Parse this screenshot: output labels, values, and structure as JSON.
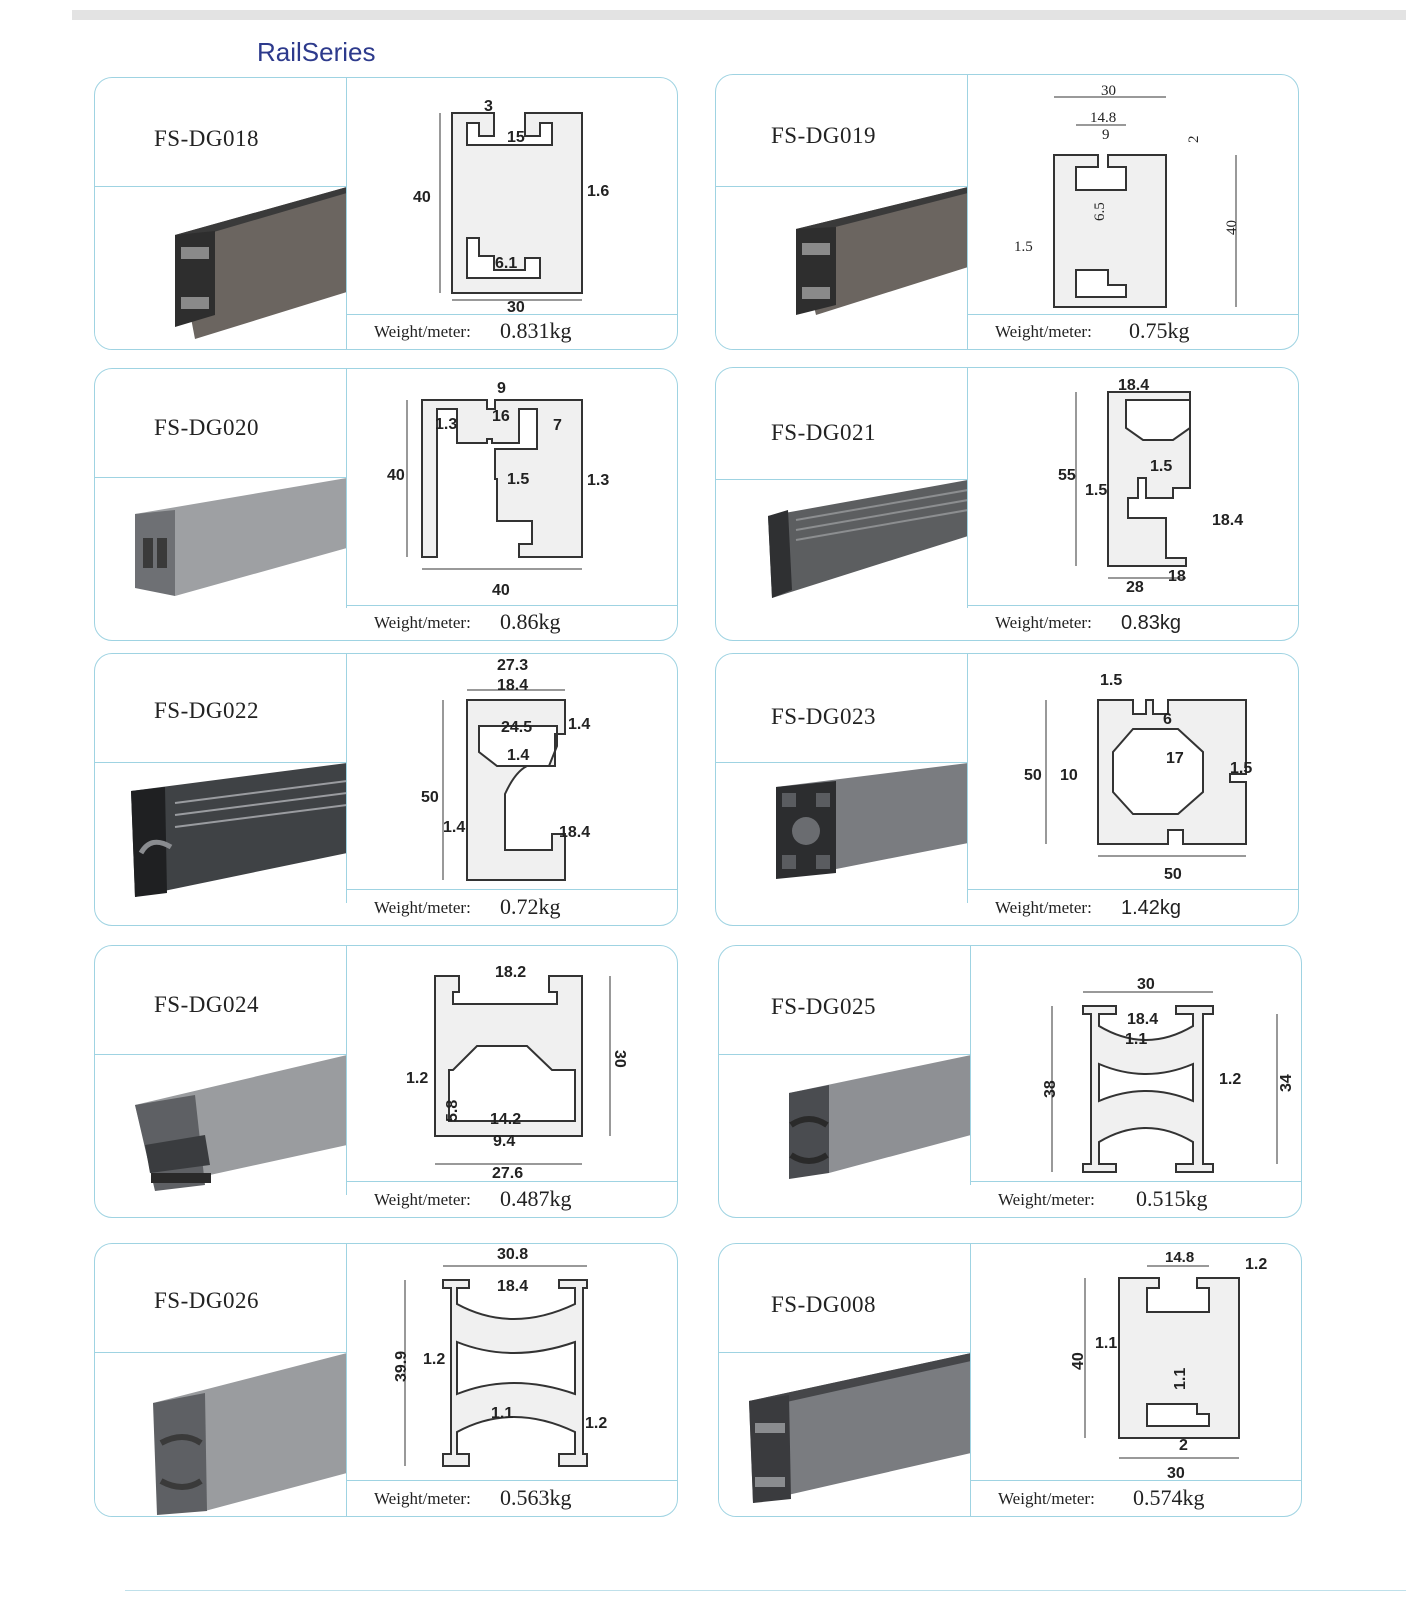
{
  "page": {
    "series_title": "RailSeries"
  },
  "weight_label": "Weight/meter:",
  "products": [
    {
      "code": "FS-DG018",
      "weight": "0.831kg",
      "dims": [
        "3",
        "15",
        "40",
        "1.6",
        "6.1",
        "30"
      ]
    },
    {
      "code": "FS-DG019",
      "weight": "0.75kg",
      "dims": [
        "30",
        "14.8",
        "9",
        "2",
        "6.5",
        "1.5",
        "40"
      ]
    },
    {
      "code": "FS-DG020",
      "weight": "0.86kg",
      "dims": [
        "9",
        "16",
        "1.3",
        "7",
        "40",
        "1.5",
        "1.3",
        "40"
      ]
    },
    {
      "code": "FS-DG021",
      "weight": "0.83kg",
      "dims": [
        "18.4",
        "55",
        "1.5",
        "1.5",
        "18.4",
        "28",
        "18"
      ]
    },
    {
      "code": "FS-DG022",
      "weight": "0.72kg",
      "dims": [
        "27.3",
        "18.4",
        "24.5",
        "1.4",
        "1.4",
        "50",
        "1.4",
        "18.4"
      ]
    },
    {
      "code": "FS-DG023",
      "weight": "1.42kg",
      "dims": [
        "1.5",
        "6",
        "17",
        "50",
        "10",
        "1.5",
        "50"
      ]
    },
    {
      "code": "FS-DG024",
      "weight": "0.487kg",
      "dims": [
        "18.2",
        "30",
        "1.2",
        "5.8",
        "14.2",
        "9.4",
        "27.6"
      ]
    },
    {
      "code": "FS-DG025",
      "weight": "0.515kg",
      "dims": [
        "30",
        "18.4",
        "1.1",
        "1.2",
        "38",
        "34"
      ]
    },
    {
      "code": "FS-DG026",
      "weight": "0.563kg",
      "dims": [
        "30.8",
        "18.4",
        "39.9",
        "1.2",
        "1.1",
        "1.2"
      ]
    },
    {
      "code": "FS-DG008",
      "weight": "0.574kg",
      "dims": [
        "14.8",
        "1.2",
        "40",
        "1.1",
        "1.1",
        "2",
        "30"
      ]
    }
  ],
  "icons": {
    "rail-photo": "extruded-aluminium-rail"
  }
}
